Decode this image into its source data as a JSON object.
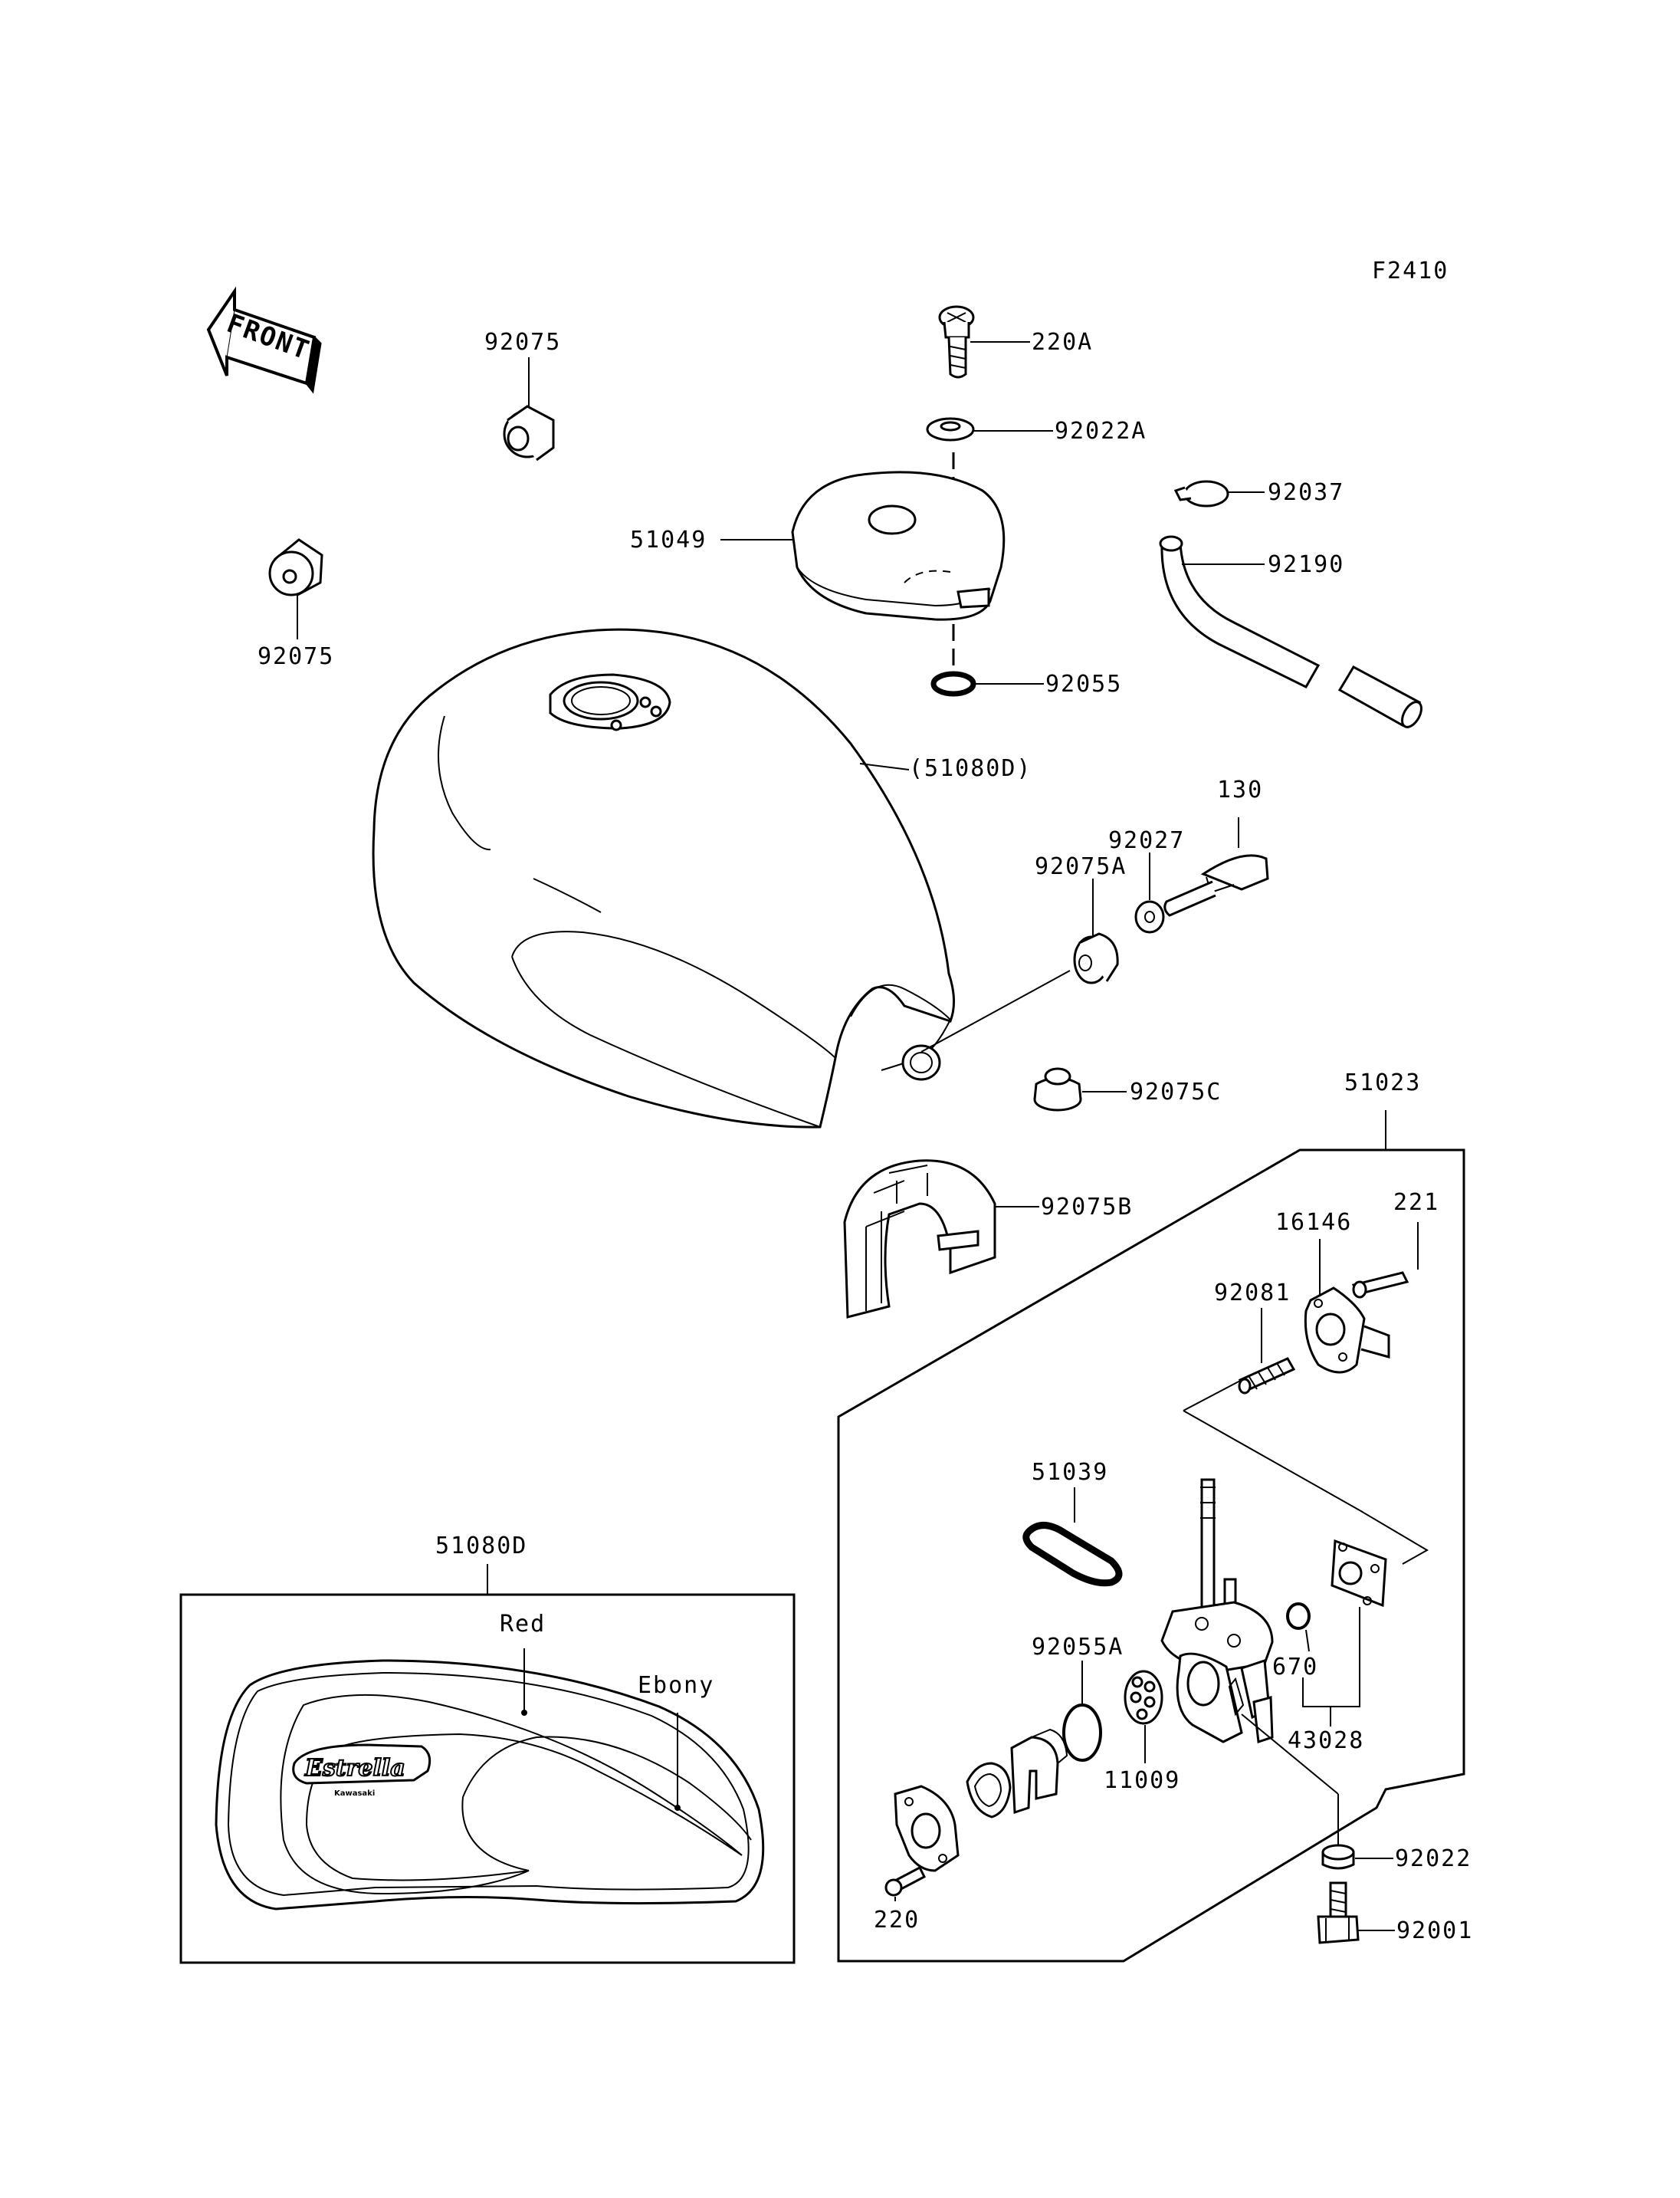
{
  "figure_code": "F2410",
  "front_label": "FRONT",
  "decal_box_label": "51080D",
  "color_red_label": "Red",
  "color_ebony_label": "Ebony",
  "logo_text": "Estrella",
  "logo_subtext": "Kawasaki",
  "parts": {
    "p220A": "220A",
    "p92022A": "92022A",
    "p92037": "92037",
    "p92190": "92190",
    "p92075_top": "92075",
    "p92075_left": "92075",
    "p51049": "51049",
    "p92055": "92055",
    "p51080D_paren": "(51080D)",
    "p130": "130",
    "p92027": "92027",
    "p92075A": "92075A",
    "p92075C": "92075C",
    "p51023": "51023",
    "p92075B": "92075B",
    "p221": "221",
    "p16146": "16146",
    "p92081": "92081",
    "p51039": "51039",
    "p92055A": "92055A",
    "p670": "670",
    "p11009": "11009",
    "p43028": "43028",
    "p220": "220",
    "p92022": "92022",
    "p92001": "92001"
  }
}
